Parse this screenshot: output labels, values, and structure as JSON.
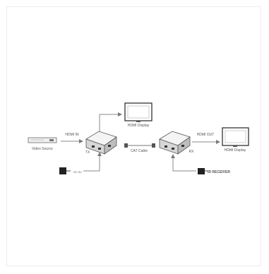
{
  "diagram": {
    "labels": {
      "hdmi_in": "HDMI IN",
      "hdmi_out": "HDMI OUT",
      "video_source": "Video Source",
      "hdmi_display_local": "HDMI Display",
      "hdmi_display_remote": "HDMI Display",
      "cat_cable": "CAT Cable",
      "tx": "TX",
      "rx": "RX",
      "dc_5v": "DC 5V",
      "ir_receiver": "IR RECEIVER"
    }
  }
}
